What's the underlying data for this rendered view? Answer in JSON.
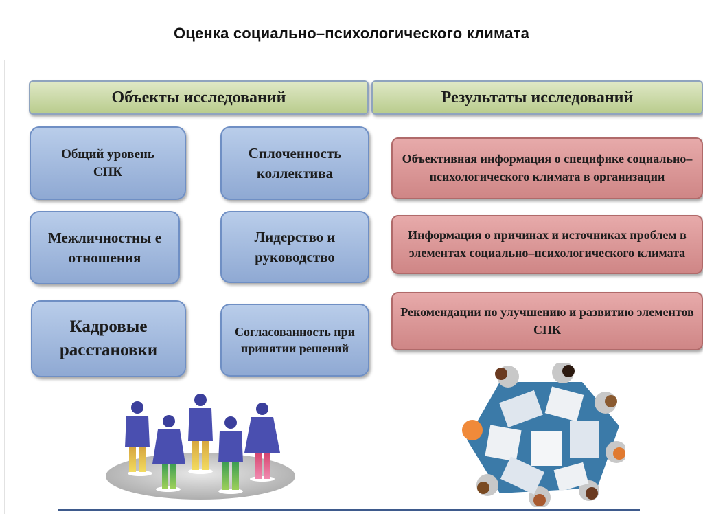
{
  "title": "Оценка социально–психологического климата",
  "headers": {
    "objects": "Объекты исследований",
    "results": "Результаты  исследований"
  },
  "objects": {
    "general_level": "Общий уровень СПК",
    "cohesion": "Сплоченность коллектива",
    "interpersonal": "Межличностны е отношения",
    "leadership": "Лидерство и руководство",
    "staffing": "Кадровые расстановки",
    "consistency": "Согласованность при принятии решений"
  },
  "results": {
    "objective_info": "Объективная информация о специфике социально–психологического климата в организации",
    "causes_info": "Информация о причинах и источниках проблем в элементах социально–психологического климата",
    "recommendations": "Рекомендации по улучшению и развитию элементов СПК"
  },
  "icons": [
    "business-people-icon",
    "meeting-table-icon"
  ],
  "colors": {
    "header_green": "#c9d9a6",
    "box_blue": "#a6bde2",
    "box_red": "#dc9a9a",
    "rule_blue": "#3e5a8c"
  }
}
